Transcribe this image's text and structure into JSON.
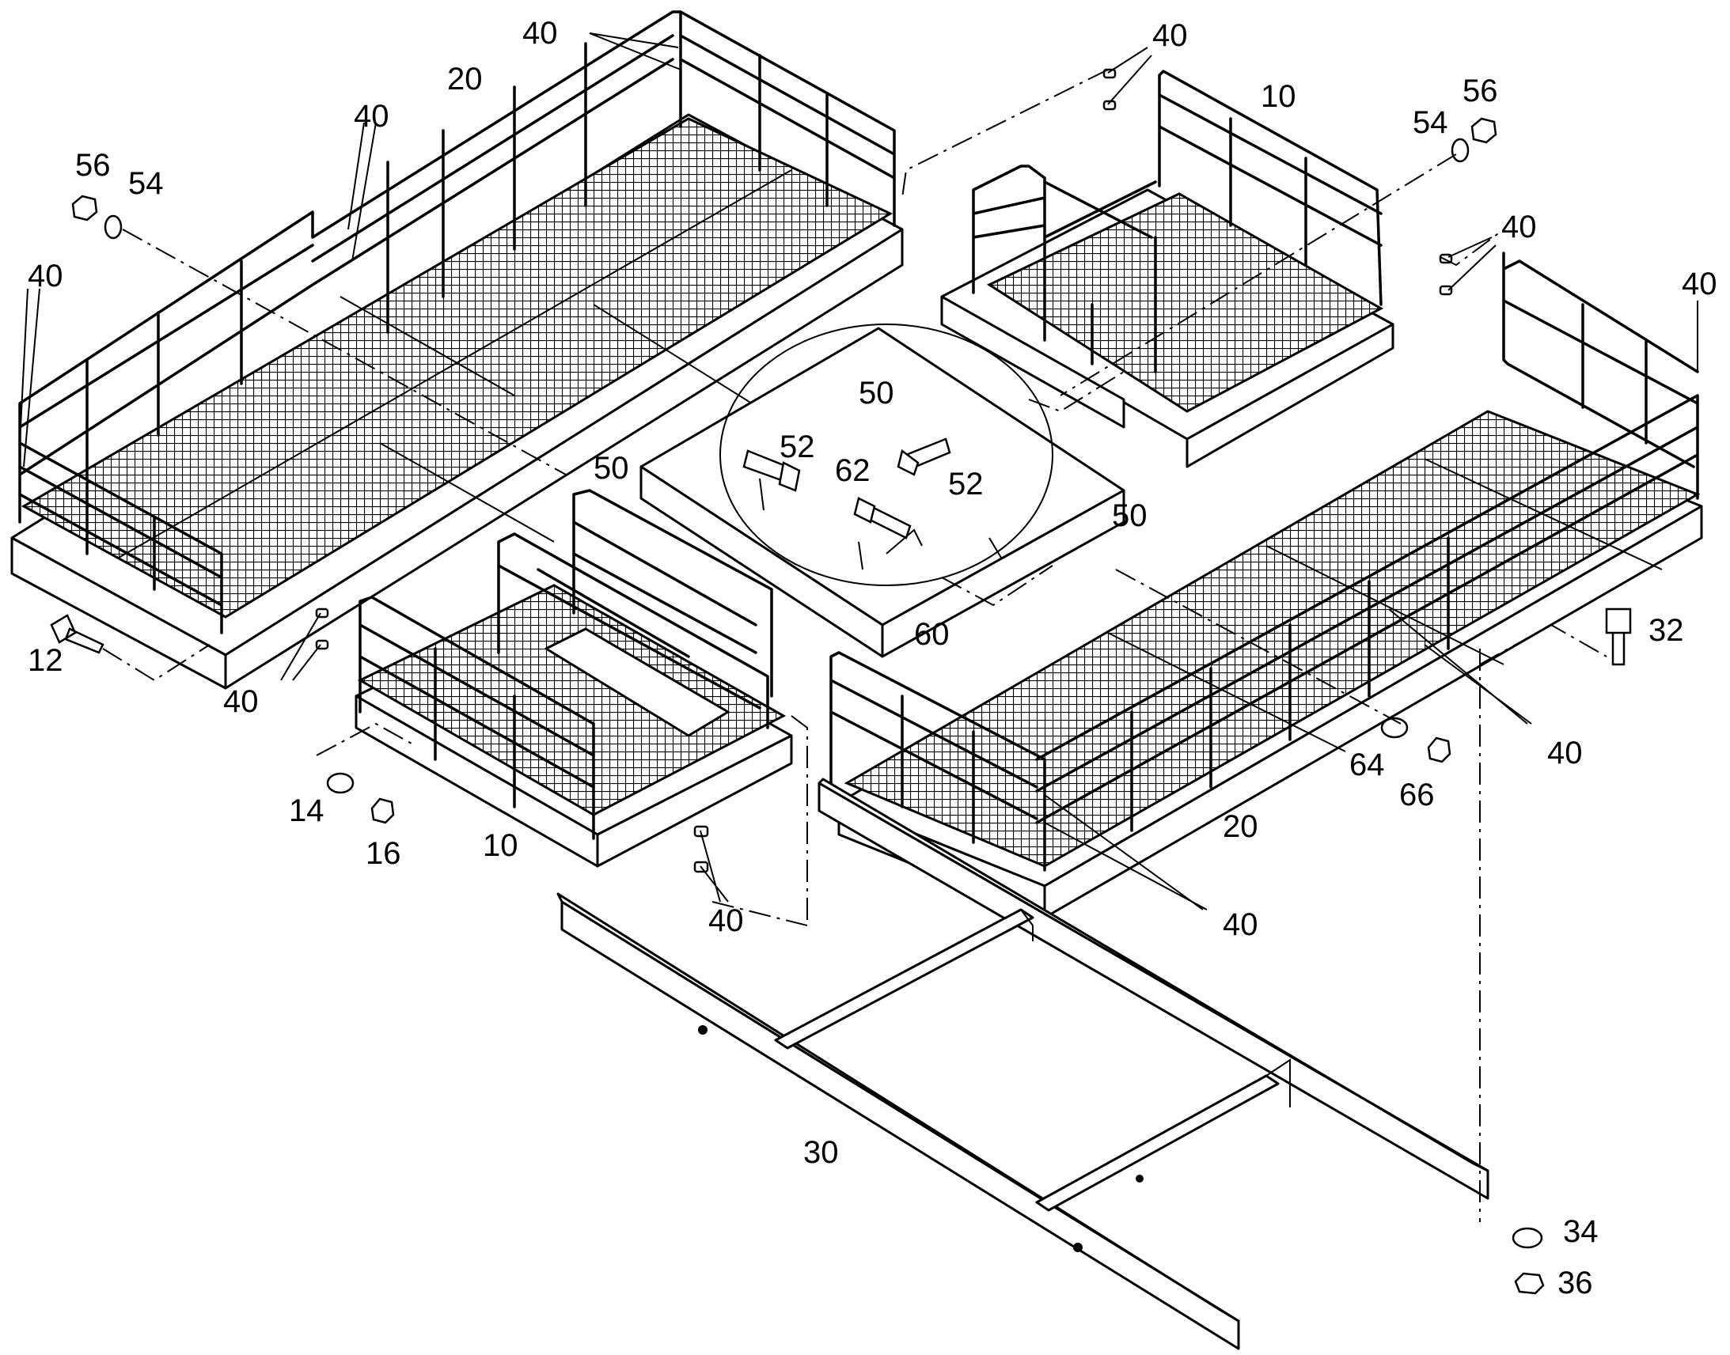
{
  "labels": {
    "l40_top": "40",
    "l20_top": "20",
    "l40_mid": "40",
    "l56_left": "56",
    "l54_left": "54",
    "l40_left": "40",
    "l12": "12",
    "l40_low_left": "40",
    "l14": "14",
    "l16": "16",
    "l10_low": "10",
    "l40_bottom_mid": "40",
    "l40_right_top": "40",
    "l10_top": "10",
    "l54_right": "54",
    "l56_right": "56",
    "l40_right_mid": "40",
    "l40_far_right": "40",
    "l50_a": "50",
    "l52_a": "52",
    "l50_b": "50",
    "l62": "62",
    "l52_b": "52",
    "l50_c": "50",
    "l60": "60",
    "l32": "32",
    "l64": "64",
    "l66": "66",
    "l40_right_low": "40",
    "l20_low": "20",
    "l40_bottom_right": "40",
    "l30": "30",
    "l34": "34",
    "l36": "36"
  }
}
